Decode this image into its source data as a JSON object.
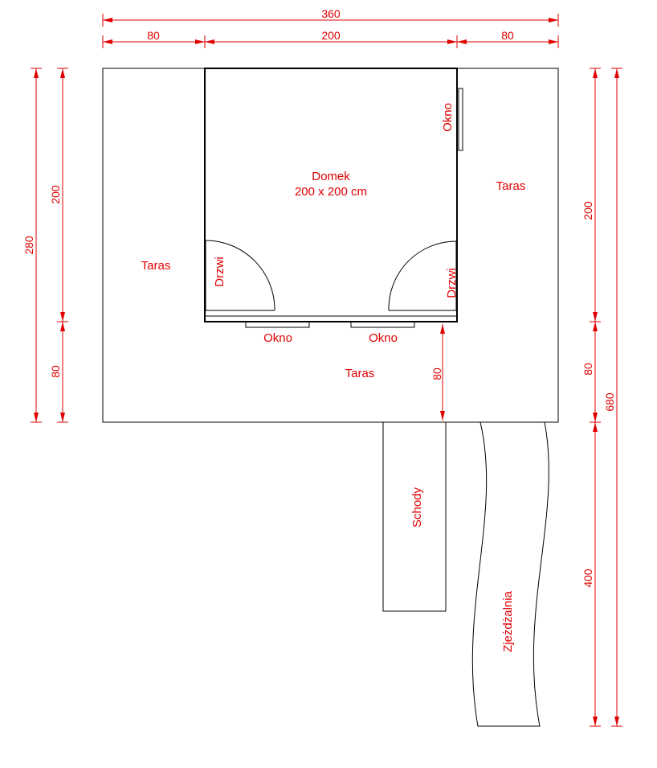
{
  "colors": {
    "dimension": "#e00000",
    "outline": "#000000",
    "background": "#ffffff"
  },
  "dimensions": {
    "total_width": "360",
    "left_width": "80",
    "center_width": "200",
    "right_width": "80",
    "left_total_height": "280",
    "left_upper_height": "200",
    "left_lower_height": "80",
    "right_upper_height": "200",
    "right_lower_height": "80",
    "right_slide_height": "400",
    "right_total_height": "680",
    "terrace_depth": "80"
  },
  "labels": {
    "house": "Domek",
    "house_size": "200 x 200 cm",
    "terrace_left": "Taras",
    "terrace_right": "Taras",
    "terrace_front": "Taras",
    "door_left": "Drzwi",
    "door_right": "Drzwi",
    "window_side": "Okno",
    "window_front_left": "Okno",
    "window_front_right": "Okno",
    "stairs": "Schody",
    "slide": "Zjeżdżalnia"
  }
}
